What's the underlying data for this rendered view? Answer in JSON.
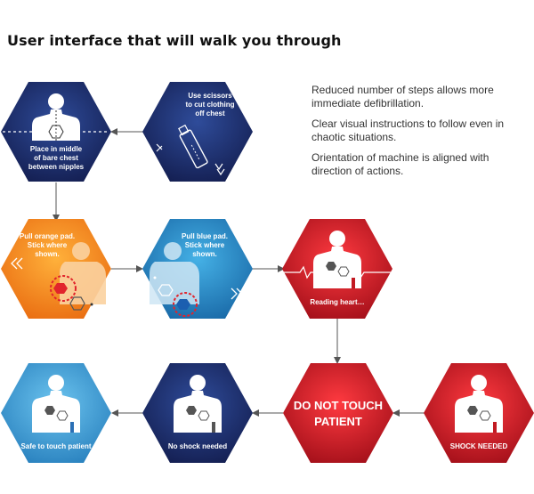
{
  "title": "User interface that will walk you through",
  "notes": [
    "Reduced number of steps allows more immediate defibrillation.",
    "Clear visual instructions to follow even in chaotic situations.",
    "Orientation of machine is aligned with direction of actions."
  ],
  "steps": {
    "place_pads": {
      "label_lines": [
        "Place in middle",
        "of bare chest",
        "between nipples"
      ]
    },
    "scissors": {
      "label_lines": [
        "Use scissors",
        "to cut clothing",
        "off chest"
      ]
    },
    "orange_pad": {
      "label_lines": [
        "Pull orange pad.",
        "Stick where",
        "shown."
      ]
    },
    "blue_pad": {
      "label_lines": [
        "Pull blue pad.",
        "Stick where",
        "shown."
      ]
    },
    "reading": {
      "label_lines": [
        "Reading heart…"
      ]
    },
    "safe": {
      "label_lines": [
        "Safe to touch patient"
      ]
    },
    "no_shock": {
      "label_lines": [
        "No shock needed"
      ]
    },
    "do_not_touch": {
      "label_lines": [
        "DO NOT TOUCH",
        "PATIENT"
      ]
    },
    "shock": {
      "label_lines": [
        "SHOCK NEEDED"
      ]
    }
  },
  "colors": {
    "navy": "#1a2d6b",
    "orange": "#f08a1e",
    "blue": "#2a8fc8",
    "red": "#d0202a",
    "light_blue": "#4aa6d8",
    "arrow": "#555555"
  }
}
